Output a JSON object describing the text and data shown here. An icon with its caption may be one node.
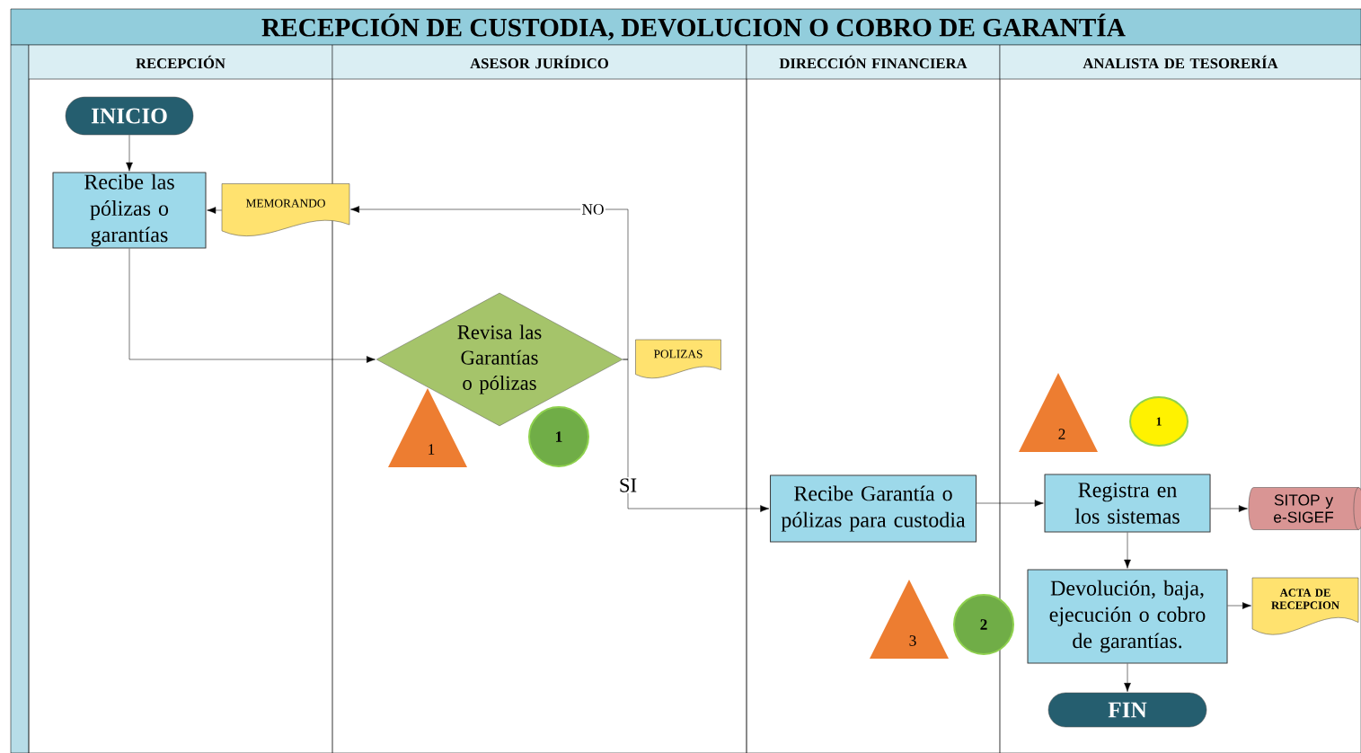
{
  "diagram": {
    "title": "RECEPCIÓN DE CUSTODIA, DEVOLUCION O COBRO DE GARANTÍA",
    "nodes": [
      {
        "text": [
          "RECEPCIÓN"
        ]
      },
      {
        "text": [
          "ASESOR JURÍDICO"
        ]
      },
      {
        "text": [
          "DIRECCIÓN FINANCIERA"
        ]
      },
      {
        "text": [
          "ANALISTA DE TESORERÍA"
        ]
      },
      {
        "text": [
          "INICIO"
        ],
        "in": 0
      },
      {
        "text": [
          "Recibe las pólizas o garantías"
        ],
        "in": 0
      },
      {
        "text": [
          "MEMORANDO"
        ]
      },
      {
        "text": [
          "Revisa las Garantías o pólizas"
        ],
        "in": 1
      },
      {
        "text": [
          "POLIZAS"
        ],
        "in": 1
      },
      {
        "text": [
          "1"
        ],
        "in": 1
      },
      {
        "text": [
          "1"
        ],
        "in": 1
      },
      {
        "text": [
          "Recibe Garantía o pólizas para custodia"
        ],
        "in": 2
      },
      {
        "text": [
          "3"
        ],
        "in": 2
      },
      {
        "text": [
          "2"
        ]
      },
      {
        "text": [
          "2"
        ],
        "in": 3
      },
      {
        "text": [
          "1"
        ],
        "in": 3
      },
      {
        "text": [
          "Registra en los sistemas"
        ],
        "in": 3
      },
      {
        "text": [
          "SITOP y e-SIGEF"
        ],
        "in": 3
      },
      {
        "text": [
          "Devolución, baja, ejecución o cobro de garantías."
        ],
        "in": 3
      },
      {
        "text": [
          "ACTA DE RECEPCION"
        ],
        "in": 3
      },
      {
        "text": [
          "FIN"
        ],
        "in": 3
      }
    ],
    "edges": [
      {
        "from": 4,
        "to": 5,
        "arrow": "to"
      },
      {
        "from": 5,
        "to": 7,
        "arrow": "to"
      },
      {
        "from": 7,
        "to": 6,
        "arrow": "to",
        "label": "NO"
      },
      {
        "from": 6,
        "to": 5,
        "arrow": "to"
      },
      {
        "from": 7,
        "to": 11,
        "arrow": "to",
        "label": "SI"
      },
      {
        "from": 11,
        "to": 16,
        "arrow": "to"
      },
      {
        "from": 16,
        "to": 17,
        "arrow": "to"
      },
      {
        "from": 16,
        "to": 18,
        "arrow": "to"
      },
      {
        "from": 18,
        "to": 19,
        "arrow": "to"
      },
      {
        "from": 18,
        "to": 20,
        "arrow": "to"
      }
    ]
  }
}
